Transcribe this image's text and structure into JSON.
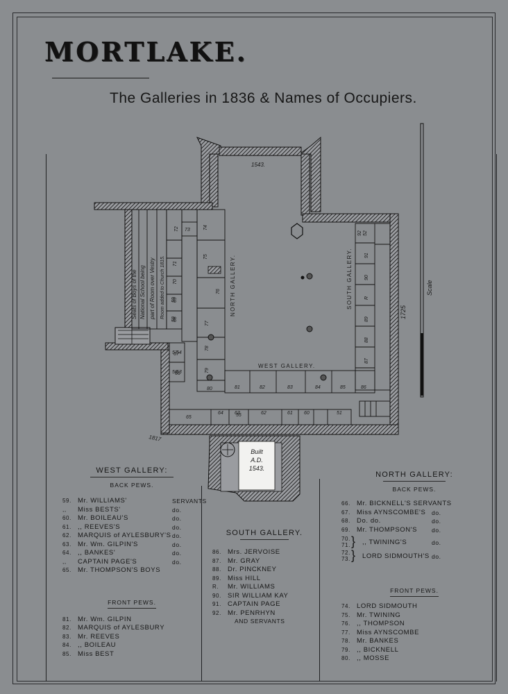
{
  "title": "MORTLAKE.",
  "subtitle": "The Galleries in 1836 & Names of Occupiers.",
  "plan": {
    "year_top": "1543.",
    "year_right": "1725",
    "year_left": "1817",
    "north_gallery": "NORTH GALLERY.",
    "south_gallery": "SOUTH GALLERY.",
    "west_gallery": "WEST GALLERY.",
    "scale": "Scale",
    "built_label": "Built\nA.D.\n1543.",
    "note_lines": [
      "Seats of Boys of the",
      "National School being",
      "part of Room over Vestry",
      "Room added to Church 1815."
    ],
    "pews": {
      "p51": "51",
      "p52": "52",
      "p53": "53",
      "p54": "54",
      "p55": "55",
      "p56": "56",
      "p57": "57",
      "p58": "58",
      "p59": "59",
      "p60": "60",
      "p61": "61",
      "p62": "62",
      "p63": "63",
      "p64": "64",
      "p65": "65",
      "p66": "66",
      "p67": "67",
      "p68": "68",
      "p69": "69",
      "p70": "70",
      "p71": "71",
      "p72": "72",
      "p73": "73",
      "p74": "74",
      "p75": "75",
      "p76": "76",
      "p77": "77",
      "p78": "78",
      "p79": "79",
      "p80": "80",
      "p81": "81",
      "p82": "82",
      "p83": "83",
      "p84": "84",
      "p85": "85",
      "p86": "86",
      "p87": "87",
      "p88": "88",
      "p89": "89",
      "p90": "90",
      "p91": "91",
      "p92": "92",
      "pR": "R"
    }
  },
  "west_gallery": {
    "heading": "WEST GALLERY:",
    "back_pews": "BACK PEWS.",
    "back_rows": [
      {
        "num": "59.",
        "name": "Mr. WILLIAMS'",
        "note": "SERVANTS"
      },
      {
        "num": ",,",
        "name": "Miss BESTS'",
        "note": "do."
      },
      {
        "num": "60.",
        "name": "Mr. BOILEAU'S",
        "note": "do."
      },
      {
        "num": "61.",
        "name": ",, REEVES'S",
        "note": "do."
      },
      {
        "num": "62.",
        "name": "MARQUIS of AYLESBURY'S",
        "note": "do."
      },
      {
        "num": "63.",
        "name": "Mr. Wm. GILPIN'S",
        "note": "do."
      },
      {
        "num": "64.",
        "name": ",, BANKES'",
        "note": "do."
      },
      {
        "num": ",,",
        "name": "CAPTAIN PAGE'S",
        "note": "do."
      },
      {
        "num": "65.",
        "name": "Mr. THOMPSON'S BOYS",
        "note": ""
      }
    ],
    "front_pews": "FRONT PEWS.",
    "front_rows": [
      {
        "num": "81.",
        "name": "Mr. Wm. GILPIN"
      },
      {
        "num": "82.",
        "name": "MARQUIS of AYLESBURY"
      },
      {
        "num": "83.",
        "name": "Mr. REEVES"
      },
      {
        "num": "84.",
        "name": ",, BOILEAU"
      },
      {
        "num": "85.",
        "name": "Miss BEST"
      }
    ]
  },
  "south_gallery": {
    "heading": "SOUTH GALLERY.",
    "rows": [
      {
        "num": "86.",
        "name": "Mrs. JERVOISE"
      },
      {
        "num": "87.",
        "name": "Mr. GRAY"
      },
      {
        "num": "88.",
        "name": "Dr. PINCKNEY"
      },
      {
        "num": "89.",
        "name": "Miss HILL"
      },
      {
        "num": "R.",
        "name": "Mr. WILLIAMS"
      },
      {
        "num": "90.",
        "name": "SIR WILLIAM KAY"
      },
      {
        "num": "91.",
        "name": "CAPTAIN PAGE"
      },
      {
        "num": "92.",
        "name": "Mr. PENRHYN"
      }
    ],
    "tail": "AND SERVANTS"
  },
  "north_gallery": {
    "heading": "NORTH GALLERY:",
    "back_pews": "BACK PEWS.",
    "back_rows": [
      {
        "num": "66.",
        "name": "Mr. BICKNELL'S SERVANTS",
        "note": ""
      },
      {
        "num": "67.",
        "name": "Miss AYNSCOMBE'S",
        "note": "do."
      },
      {
        "num": "68.",
        "name": "Do.          do.",
        "note": "do."
      },
      {
        "num": "69.",
        "name": "Mr. THOMPSON'S",
        "note": "do."
      }
    ],
    "brace_rows": [
      {
        "num": "70.\n71.",
        "name": ",, TWINING'S",
        "note": "do."
      },
      {
        "num": "72.\n73.",
        "name": "LORD SIDMOUTH'S",
        "note": "do."
      }
    ],
    "front_pews": "FRONT PEWS.",
    "front_rows": [
      {
        "num": "74.",
        "name": "LORD SIDMOUTH"
      },
      {
        "num": "75.",
        "name": "Mr. TWINING"
      },
      {
        "num": "76.",
        "name": ",, THOMPSON"
      },
      {
        "num": "77.",
        "name": "Miss AYNSCOMBE"
      },
      {
        "num": "78.",
        "name": "Mr. BANKES"
      },
      {
        "num": "79.",
        "name": ",, BICKNELL"
      },
      {
        "num": "80.",
        "name": ",, MOSSE"
      }
    ]
  }
}
